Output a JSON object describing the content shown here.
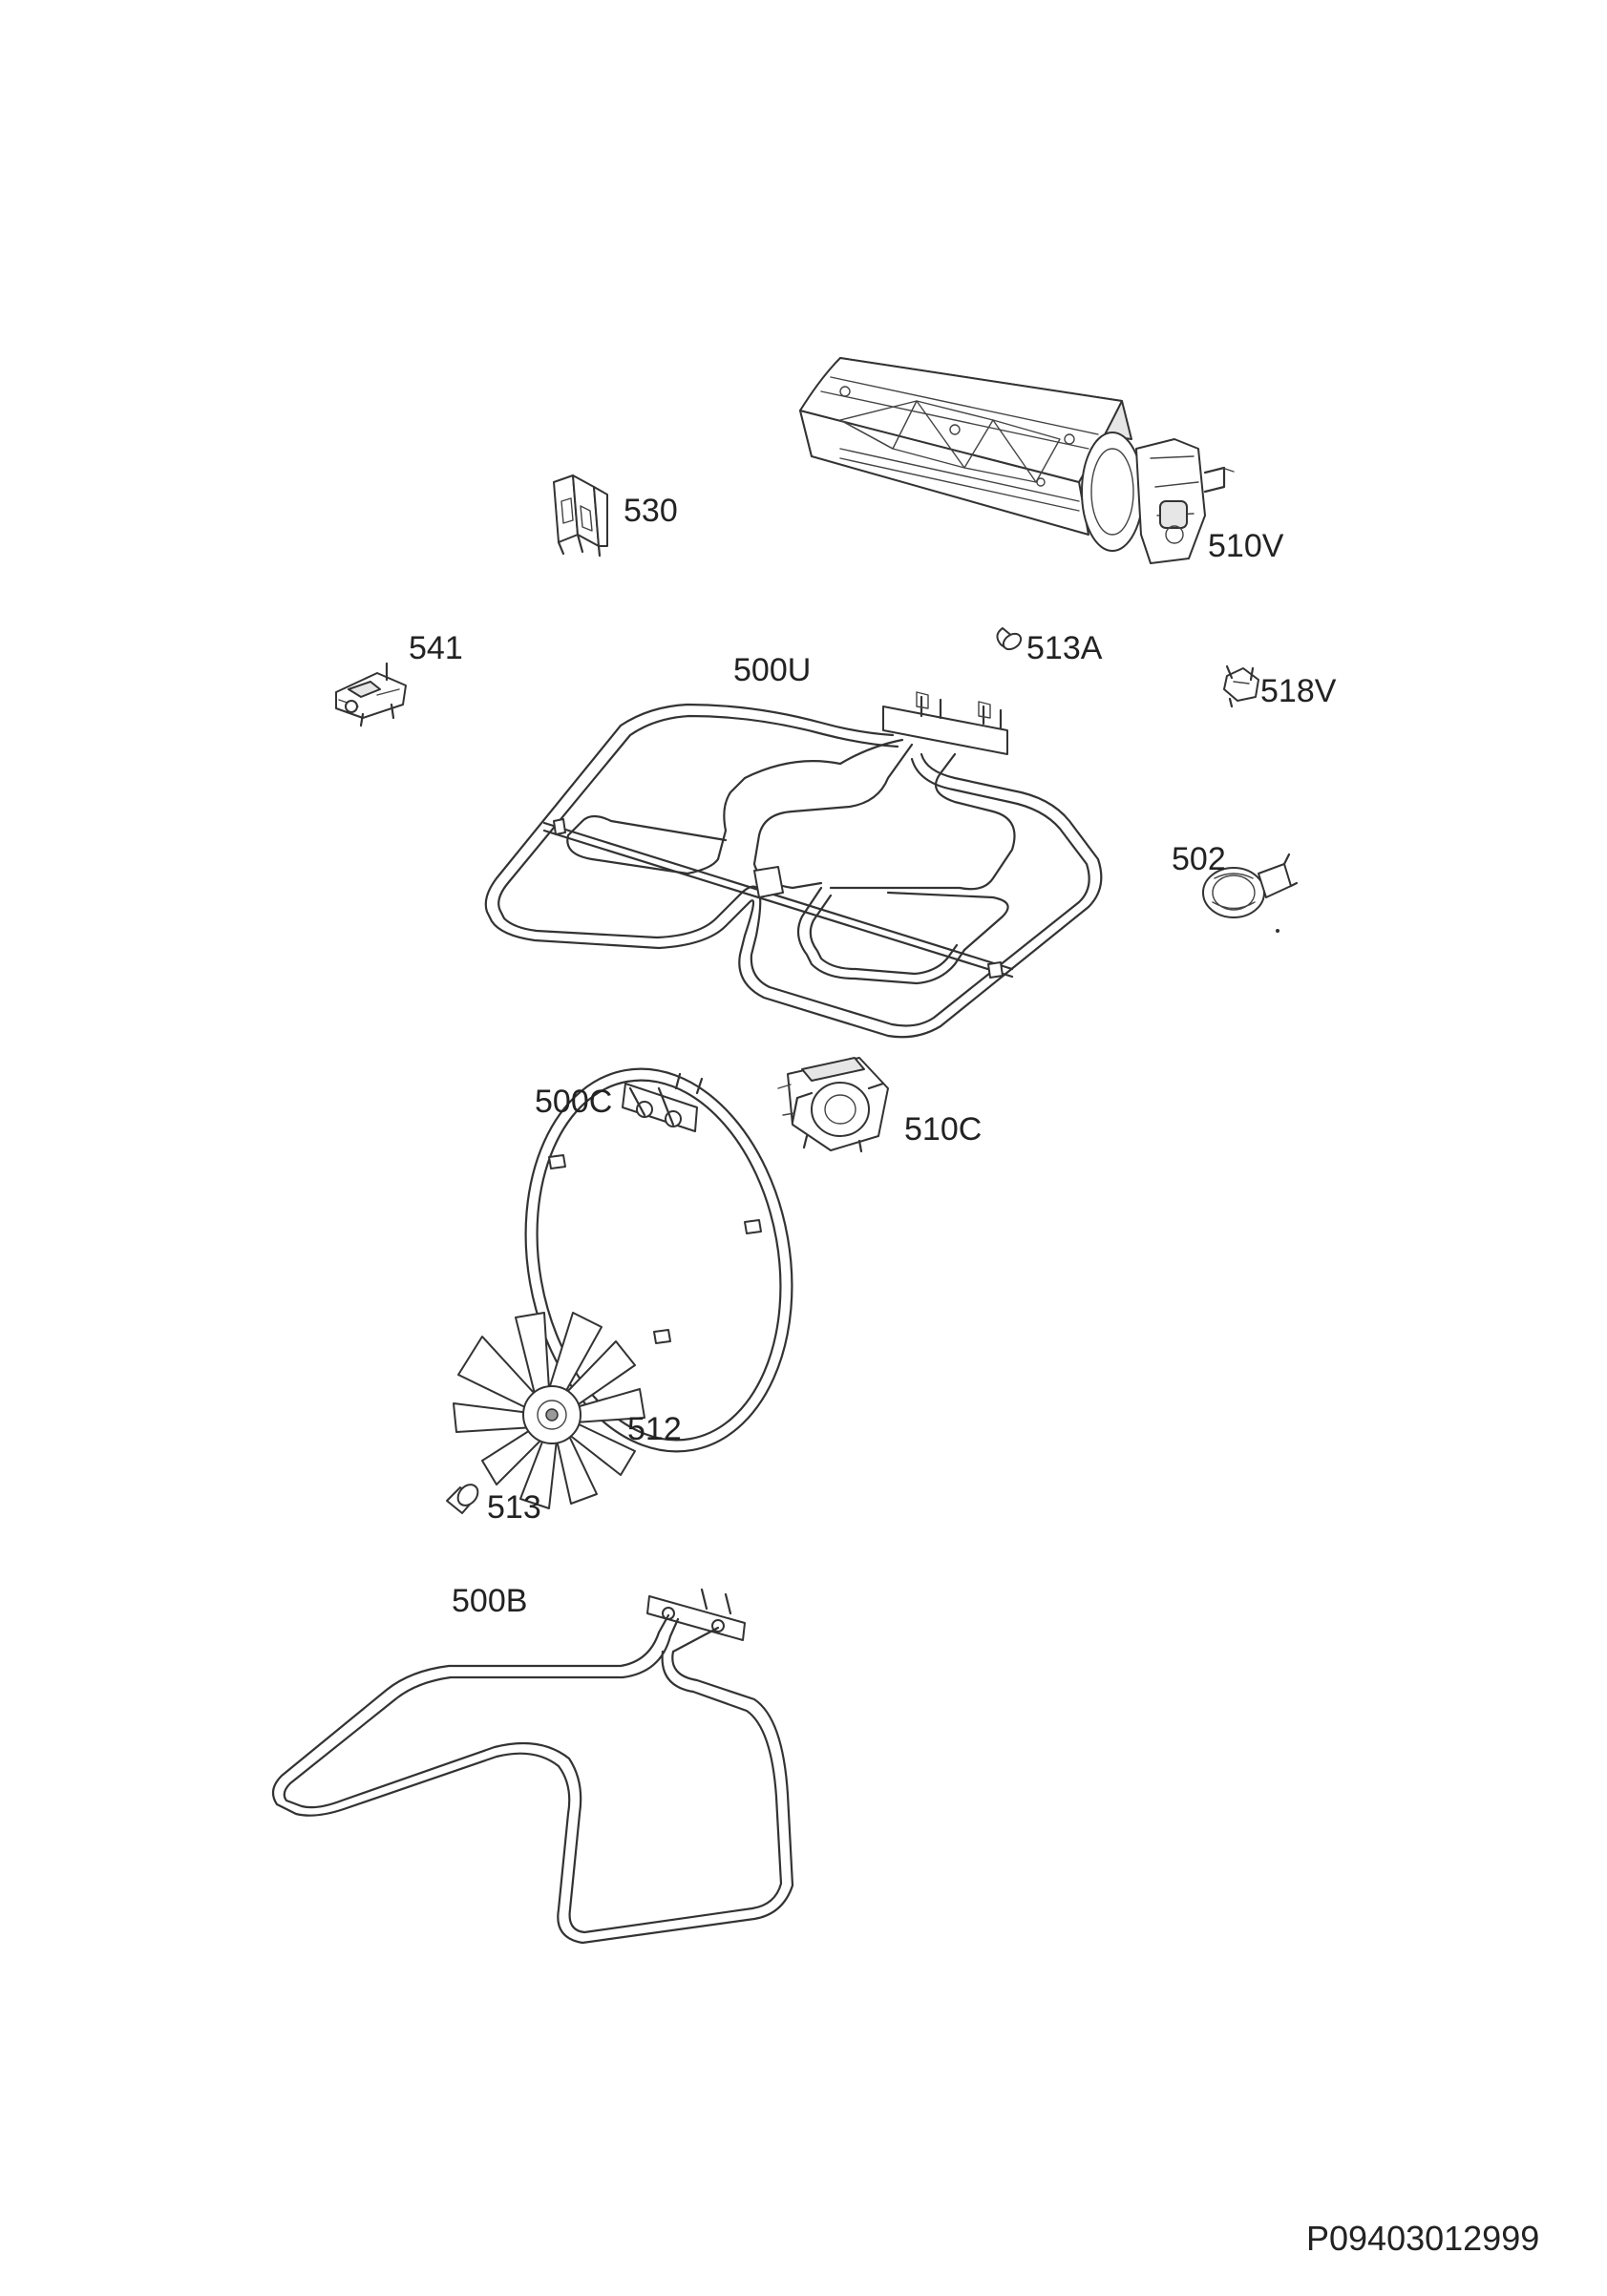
{
  "labels": {
    "p530": "530",
    "p510V": "510V",
    "p541": "541",
    "p500U": "500U",
    "p513A": "513A",
    "p518V": "518V",
    "p502": "502",
    "p500C": "500C",
    "p510C": "510C",
    "p512": "512",
    "p513": "513",
    "p500B": "500B"
  },
  "reference_code": "P09403012999",
  "colors": {
    "line": "#333333",
    "background": "#ffffff"
  }
}
